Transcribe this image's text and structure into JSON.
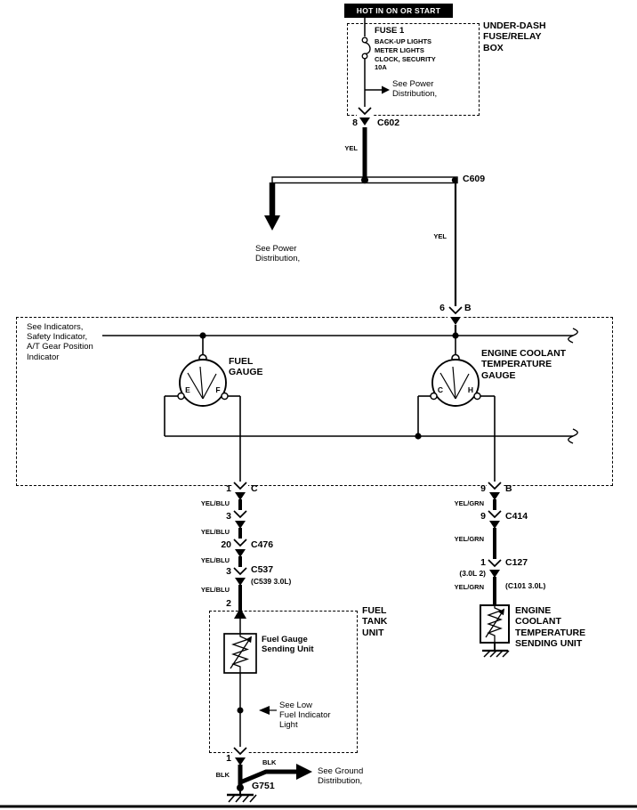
{
  "colors": {
    "ink": "#000000",
    "paper": "#ffffff"
  },
  "badge": {
    "hot": "HOT IN ON OR START"
  },
  "fuse_box": {
    "label": "UNDER-DASH\nFUSE/RELAY\nBOX",
    "fuse_name": "FUSE 1",
    "fuse_detail": "BACK-UP LIGHTS\nMETER LIGHTS\nCLOCK, SECURITY\n10A"
  },
  "connectors": {
    "c602_pin": "8",
    "c602": "C602",
    "c609": "C609",
    "b_pin": "6",
    "b": "B",
    "c_pin": "1",
    "c": "C",
    "pin3": "3",
    "c476_pin": "20",
    "c476": "C476",
    "c537_pin": "3",
    "c537": "C537",
    "c539": "(C539 3.0L)",
    "pin2": "2",
    "tank_pin": "1",
    "b2_pin": "9",
    "b2": "B",
    "c414_pin": "9",
    "c414": "C414",
    "c127_pin": "1",
    "c127_variant": "(3.0L 2)",
    "c127": "C127",
    "c101": "(C101 3.0L)"
  },
  "wire_colors": {
    "yel": "YEL",
    "yel_blu": "YEL/BLU",
    "yel_grn": "YEL/GRN",
    "blk": "BLK"
  },
  "notes": {
    "see_power": "See Power\nDistribution,",
    "see_indicators": "See Indicators,\nSafety Indicator,\nA/T Gear Position\nIndicator",
    "see_low_fuel": "See Low\nFuel Indicator\nLight",
    "see_ground": "See Ground\nDistribution,"
  },
  "cluster": {
    "fuel_gauge": "FUEL\nGAUGE",
    "fuel_e": "E",
    "fuel_f": "F",
    "coolant_gauge": "ENGINE COOLANT\nTEMPERATURE\nGAUGE",
    "coolant_c": "C",
    "coolant_h": "H"
  },
  "fuel_tank": {
    "label": "FUEL\nTANK\nUNIT",
    "sending_unit": "Fuel Gauge\nSending Unit"
  },
  "coolant_unit": {
    "label": "ENGINE\nCOOLANT\nTEMPERATURE\nSENDING UNIT"
  },
  "ground": {
    "g751": "G751"
  }
}
